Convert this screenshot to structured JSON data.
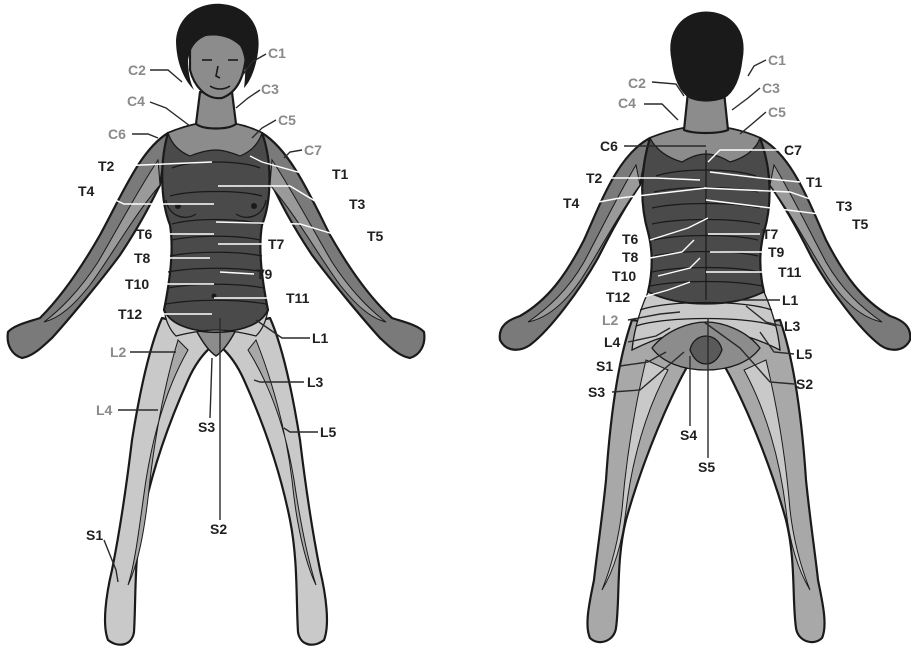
{
  "colors": {
    "hair": "#1a1a1a",
    "torso_dark": "#4a4a4a",
    "cervical_mid": "#8c8c8c",
    "arm_grey": "#7a7a7a",
    "leg_light": "#c9c9c9",
    "leg_mid": "#a8a8a8",
    "label_dark": "#1f1f1f",
    "label_grey": "#8a8a8a"
  },
  "front": {
    "labels": {
      "C1": "C1",
      "C2": "C2",
      "C3": "C3",
      "C4": "C4",
      "C5": "C5",
      "C6": "C6",
      "C7": "C7",
      "T1": "T1",
      "T2": "T2",
      "T3": "T3",
      "T4": "T4",
      "T5": "T5",
      "T6": "T6",
      "T7": "T7",
      "T8": "T8",
      "T9": "T9",
      "T10": "T10",
      "T11": "T11",
      "T12": "T12",
      "L1": "L1",
      "L2": "L2",
      "L3": "L3",
      "L4": "L4",
      "L5": "L5",
      "S1": "S1",
      "S2": "S2",
      "S3": "S3"
    }
  },
  "back": {
    "labels": {
      "C1": "C1",
      "C2": "C2",
      "C3": "C3",
      "C4": "C4",
      "C5": "C5",
      "C6": "C6",
      "C7": "C7",
      "T1": "T1",
      "T2": "T2",
      "T3": "T3",
      "T4": "T4",
      "T5": "T5",
      "T6": "T6",
      "T7": "T7",
      "T8": "T8",
      "T9": "T9",
      "T10": "T10",
      "T11": "T11",
      "T12": "T12",
      "L1": "L1",
      "L2": "L2",
      "L3": "L3",
      "L4": "L4",
      "L5": "L5",
      "S1": "S1",
      "S2": "S2",
      "S3": "S3",
      "S4": "S4",
      "S5": "S5"
    }
  }
}
